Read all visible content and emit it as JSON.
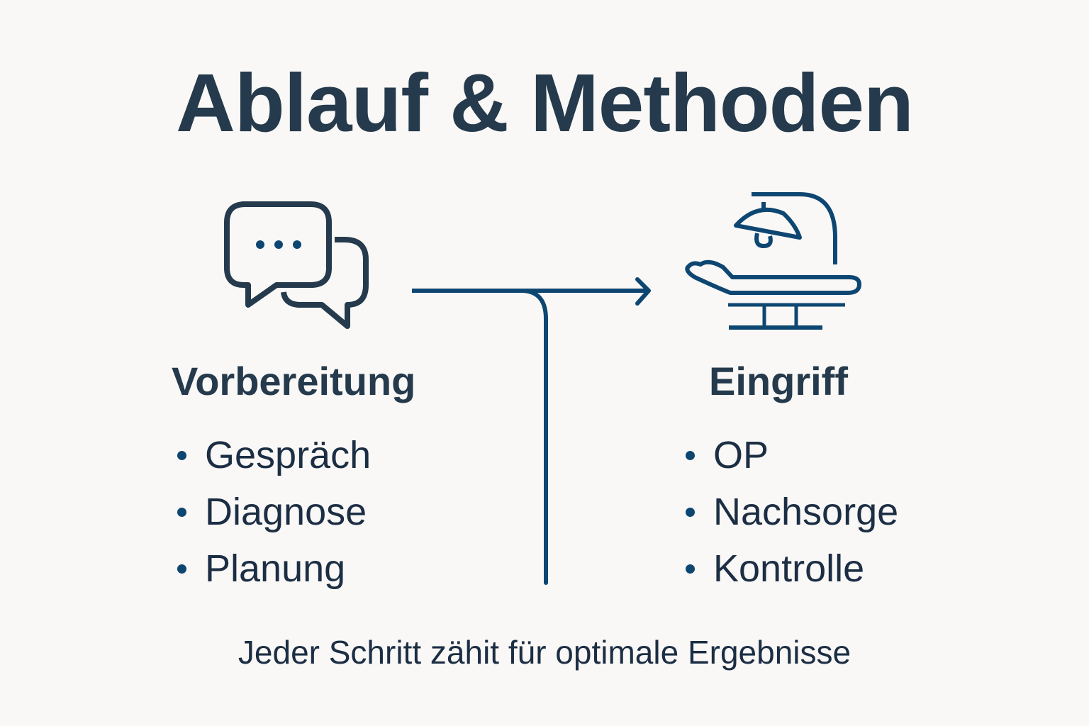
{
  "title": "Ablauf & Methoden",
  "colors": {
    "background": "#f9f8f6",
    "text_dark": "#253a4c",
    "accent_blue": "#0e4672"
  },
  "columns": [
    {
      "icon": "chat-bubbles-icon",
      "heading": "Vorbereitung",
      "items": [
        "Gespräch",
        "Diagnose",
        "Planung"
      ]
    },
    {
      "icon": "operating-table-icon",
      "heading": "Eingriff",
      "items": [
        "OP",
        "Nachsorge",
        "Kontrolle"
      ]
    }
  ],
  "connector": {
    "icon": "branch-arrow-icon",
    "direction": "right"
  },
  "footer": "Jeder Schritt zähit für optimale Ergebnisse"
}
